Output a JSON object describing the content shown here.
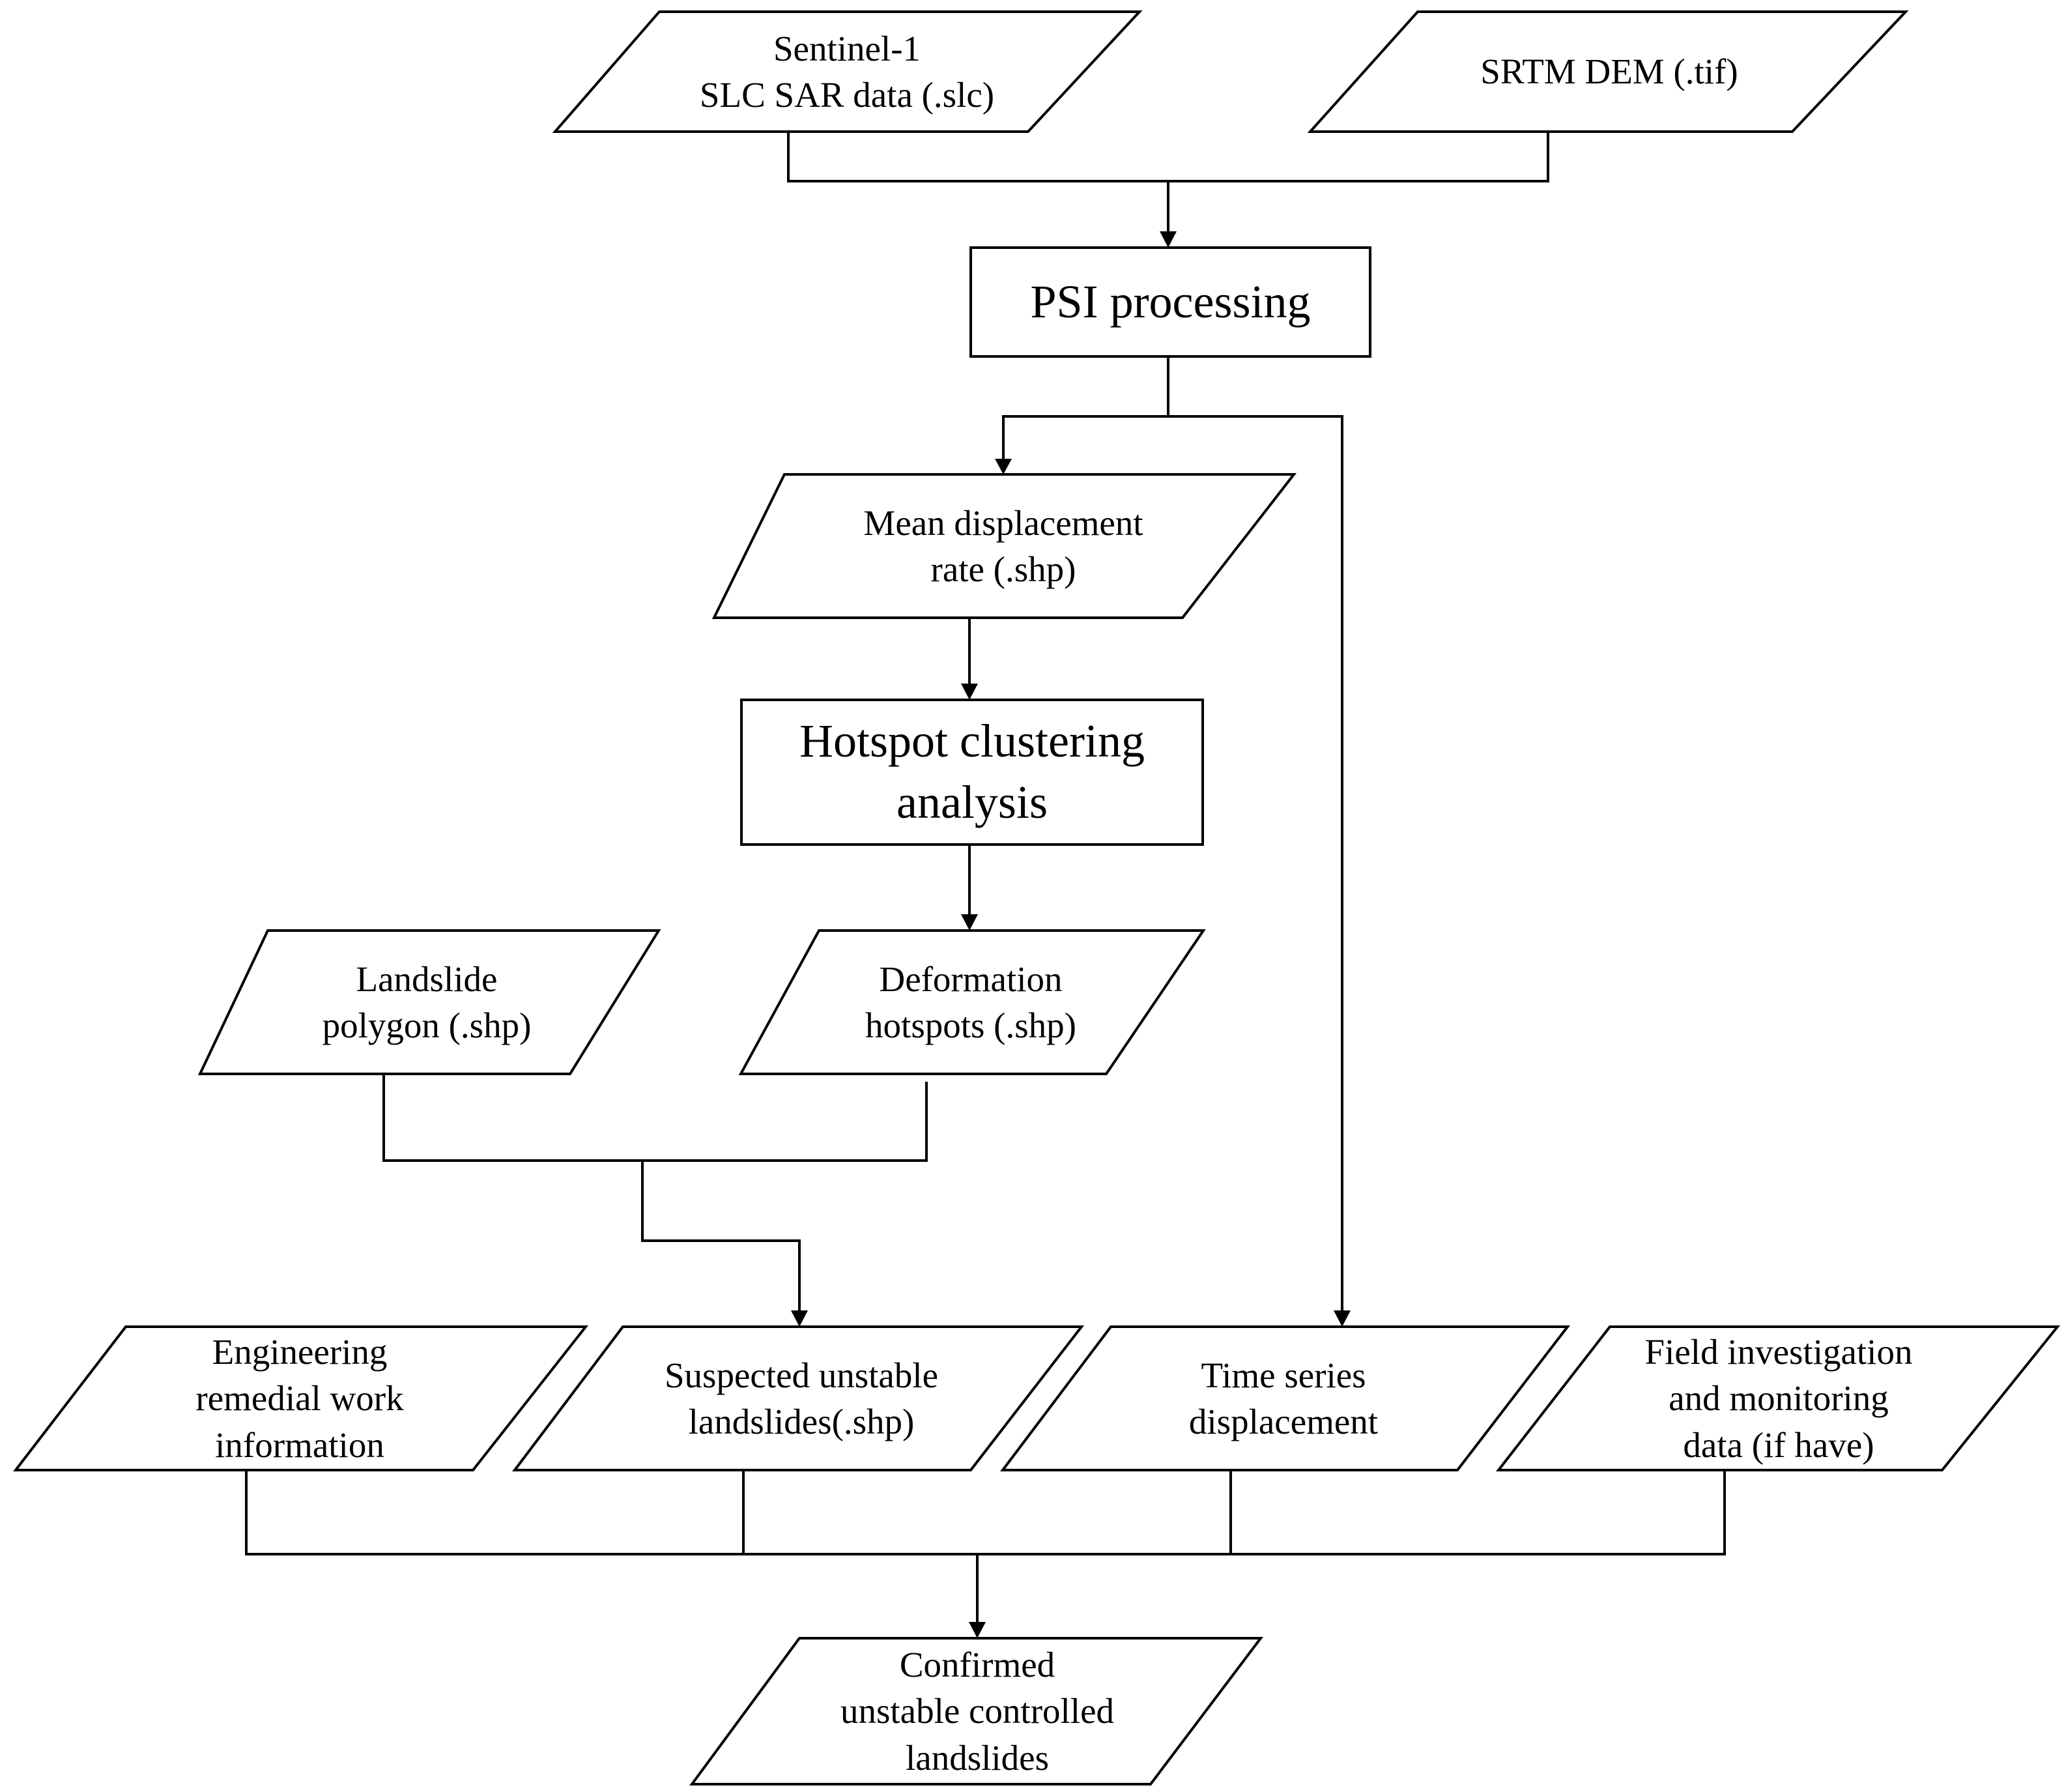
{
  "colors": {
    "line": "#000000",
    "background": "#ffffff"
  },
  "nodes": {
    "sentinel": "Sentinel-1\nSLC SAR data (.slc)",
    "srtm": "SRTM DEM (.tif)",
    "psi": "PSI processing",
    "mean_rate": "Mean displacement\nrate (.shp)",
    "hotspot_analysis": "Hotspot clustering\nanalysis",
    "landslide_polygon": "Landslide\npolygon (.shp)",
    "deformation_hotspots": "Deformation\nhotspots (.shp)",
    "engineering": "Engineering\nremedial  work\ninformation",
    "suspected": "Suspected unstable\nlandslides(.shp)",
    "time_series": "Time series\ndisplacement",
    "field": "Field investigation\nand monitoring\ndata (if have)",
    "confirmed": "Confirmed\nunstable controlled\nlandslides"
  }
}
